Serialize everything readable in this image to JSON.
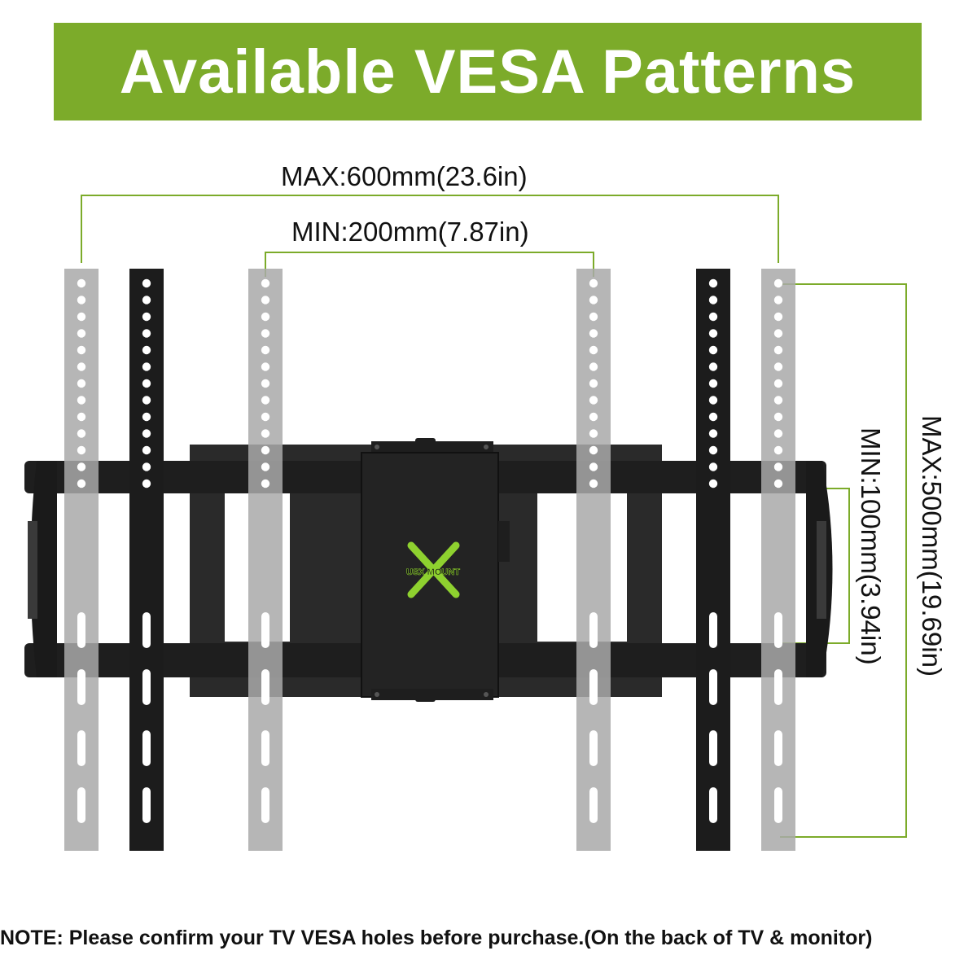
{
  "header": {
    "title": "Available VESA Patterns"
  },
  "dimensions": {
    "max_width": "MAX:600mm(23.6in)",
    "min_width": "MIN:200mm(7.87in)",
    "max_height": "MAX:500mm(19.69in)",
    "min_height": "MIN:100mm(3.94in)"
  },
  "logo": {
    "text": "USX MOUNT"
  },
  "footer": {
    "note": "NOTE: Please confirm your TV VESA holes before purchase.(On the back of TV & monitor)"
  },
  "colors": {
    "accent": "#7cab2a",
    "mount": "#1a1a1a",
    "bracket_gray": "#a9a9a9",
    "bracket_black": "#1c1c1c"
  }
}
